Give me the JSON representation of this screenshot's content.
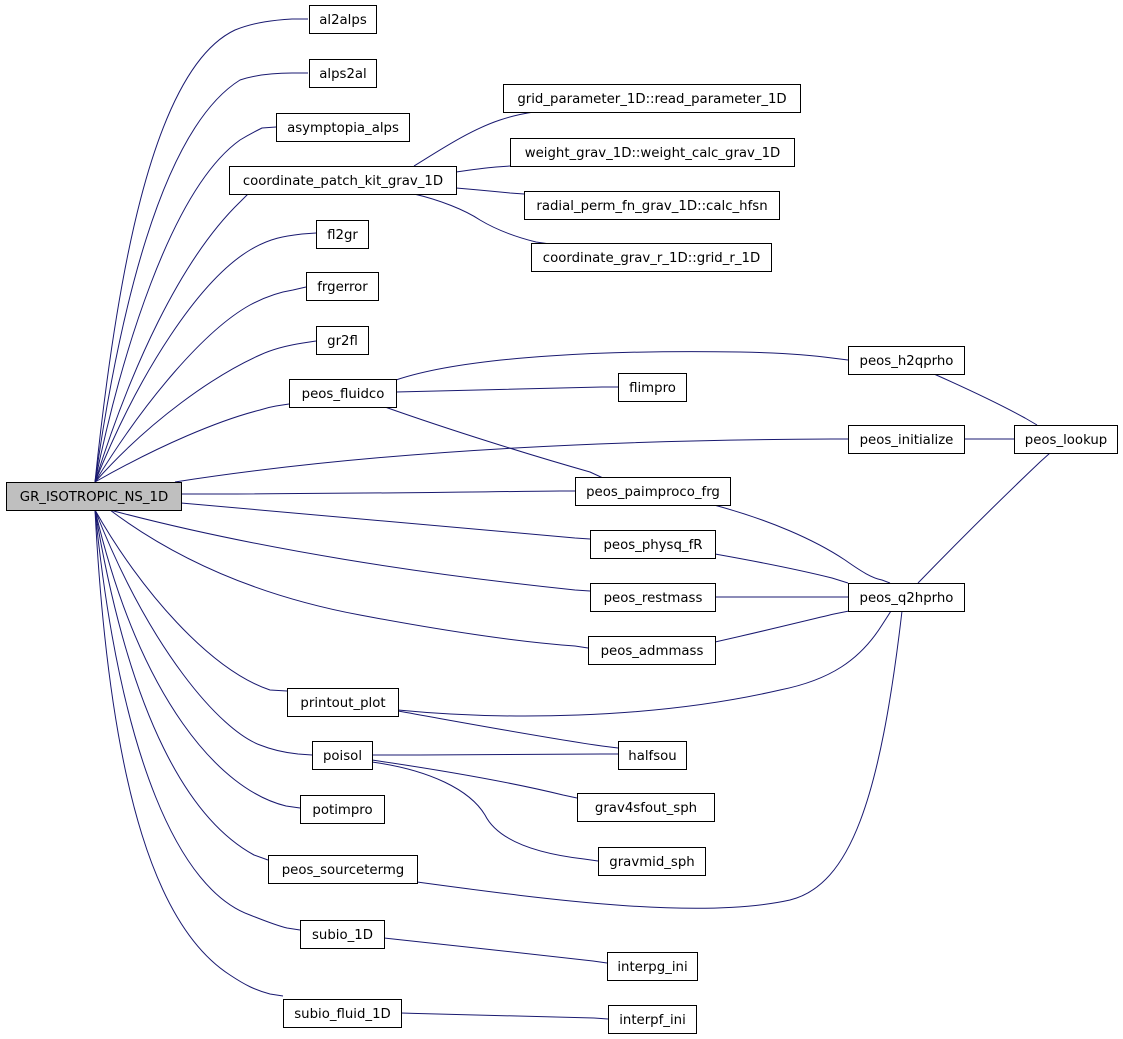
{
  "graph": {
    "root": "GR_ISOTROPIC_NS_1D",
    "nodes": {
      "root": "GR_ISOTROPIC_NS_1D",
      "al2alps": "al2alps",
      "alps2al": "alps2al",
      "asymptopia_alps": "asymptopia_alps",
      "coordinate_patch_kit_grav_1D": "coordinate_patch_kit_grav_1D",
      "grid_parameter": "grid_parameter_1D::read_parameter_1D",
      "weight_grav": "weight_grav_1D::weight_calc_grav_1D",
      "radial_perm": "radial_perm_fn_grav_1D::calc_hfsn",
      "coordinate_grav_r": "coordinate_grav_r_1D::grid_r_1D",
      "fl2gr": "fl2gr",
      "frgerror": "frgerror",
      "gr2fl": "gr2fl",
      "peos_fluidco": "peos_fluidco",
      "peos_h2qprho": "peos_h2qprho",
      "flimpro": "flimpro",
      "peos_initialize": "peos_initialize",
      "peos_lookup": "peos_lookup",
      "peos_paimproco_frg": "peos_paimproco_frg",
      "peos_physq_fR": "peos_physq_fR",
      "peos_restmass": "peos_restmass",
      "peos_q2hprho": "peos_q2hprho",
      "peos_admmass": "peos_admmass",
      "printout_plot": "printout_plot",
      "poisol": "poisol",
      "halfsou": "halfsou",
      "grav4sfout_sph": "grav4sfout_sph",
      "potimpro": "potimpro",
      "gravmid_sph": "gravmid_sph",
      "peos_sourcetermg": "peos_sourcetermg",
      "subio_1D": "subio_1D",
      "interpg_ini": "interpg_ini",
      "subio_fluid_1D": "subio_fluid_1D",
      "interpf_ini": "interpf_ini"
    },
    "edges": [
      [
        "root",
        "al2alps"
      ],
      [
        "root",
        "alps2al"
      ],
      [
        "root",
        "asymptopia_alps"
      ],
      [
        "root",
        "coordinate_patch_kit_grav_1D"
      ],
      [
        "coordinate_patch_kit_grav_1D",
        "grid_parameter"
      ],
      [
        "coordinate_patch_kit_grav_1D",
        "weight_grav"
      ],
      [
        "coordinate_patch_kit_grav_1D",
        "radial_perm"
      ],
      [
        "coordinate_patch_kit_grav_1D",
        "coordinate_grav_r"
      ],
      [
        "root",
        "fl2gr"
      ],
      [
        "root",
        "frgerror"
      ],
      [
        "root",
        "gr2fl"
      ],
      [
        "root",
        "peos_fluidco"
      ],
      [
        "peos_fluidco",
        "peos_h2qprho"
      ],
      [
        "peos_fluidco",
        "flimpro"
      ],
      [
        "peos_fluidco",
        "peos_paimproco_frg"
      ],
      [
        "peos_h2qprho",
        "peos_lookup"
      ],
      [
        "root",
        "peos_initialize"
      ],
      [
        "peos_initialize",
        "peos_lookup"
      ],
      [
        "root",
        "peos_paimproco_frg"
      ],
      [
        "peos_paimproco_frg",
        "peos_q2hprho"
      ],
      [
        "root",
        "peos_physq_fR"
      ],
      [
        "peos_physq_fR",
        "peos_q2hprho"
      ],
      [
        "root",
        "peos_restmass"
      ],
      [
        "peos_restmass",
        "peos_q2hprho"
      ],
      [
        "root",
        "peos_admmass"
      ],
      [
        "peos_admmass",
        "peos_q2hprho"
      ],
      [
        "peos_q2hprho",
        "peos_lookup"
      ],
      [
        "root",
        "printout_plot"
      ],
      [
        "printout_plot",
        "peos_q2hprho"
      ],
      [
        "printout_plot",
        "halfsou"
      ],
      [
        "root",
        "poisol"
      ],
      [
        "poisol",
        "halfsou"
      ],
      [
        "poisol",
        "grav4sfout_sph"
      ],
      [
        "poisol",
        "gravmid_sph"
      ],
      [
        "root",
        "potimpro"
      ],
      [
        "root",
        "peos_sourcetermg"
      ],
      [
        "peos_sourcetermg",
        "peos_q2hprho"
      ],
      [
        "root",
        "subio_1D"
      ],
      [
        "subio_1D",
        "interpg_ini"
      ],
      [
        "root",
        "subio_fluid_1D"
      ],
      [
        "subio_fluid_1D",
        "interpf_ini"
      ]
    ]
  }
}
